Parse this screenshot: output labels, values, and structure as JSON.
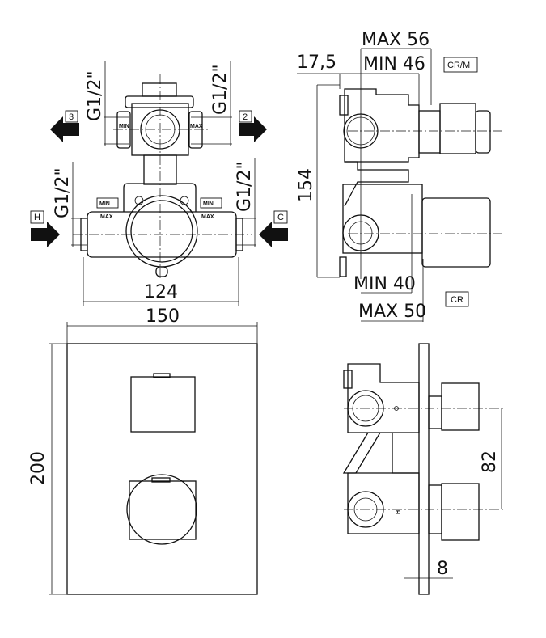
{
  "top_view": {
    "thread_labels": [
      "G1/2\"",
      "G1/2\"",
      "G1/2\"",
      "G1/2\""
    ],
    "port_labels": {
      "out3": "3",
      "out2": "2",
      "hot": "H",
      "cold": "C"
    },
    "min_label": "MIN",
    "max_label": "MAX",
    "dim_inner_width": "124",
    "dim_outer_width": "150"
  },
  "side_view_top": {
    "max_depth": "MAX 56",
    "min_depth": "MIN 46",
    "offset": "17,5",
    "height": "154",
    "min_depth_cr": "MIN 40",
    "max_depth_cr": "MAX 50",
    "variant_crm": "CR/M",
    "variant_cr": "CR"
  },
  "front_view": {
    "height": "200"
  },
  "side_view_bottom": {
    "handle_spacing": "82",
    "plate_thickness": "8",
    "hot_mark": "H"
  }
}
